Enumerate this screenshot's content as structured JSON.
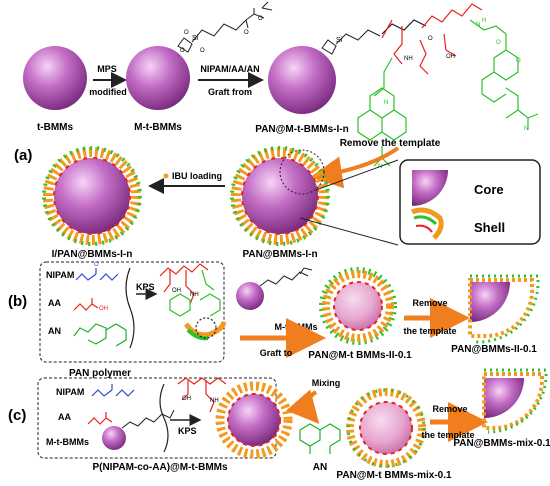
{
  "labels": {
    "panel_a": "(a)",
    "panel_b": "(b)",
    "panel_c": "(c)",
    "t_bmms": "t-BMMs",
    "mps": "MPS",
    "modified": "modified",
    "m_t_bmms": "M-t-BMMs",
    "nipam_aa_an": "NIPAM/AA/AN",
    "graft_from": "Graft from",
    "pan_m_t_bmms_i_n": "PAN@M-t-BMMs-I-n",
    "remove_template_a": "Remove the template",
    "ibu_loading": "IBU loading",
    "i_pan_bmms_i_n": "I/PAN@BMMs-I-n",
    "pan_bmms_i_n": "PAN@BMMs-I-n",
    "core": "Core",
    "shell": "Shell",
    "nipam_b": "NIPAM",
    "aa_b": "AA",
    "an_b": "AN",
    "kps_b": "KPS",
    "pan_polymer": "PAN polymer",
    "m_t_bmms_b": "M-t-BMMs",
    "graft_to": "Graft to",
    "pan_m_t_bmms_ii": "PAN@M-t BMMs-II-0.1",
    "remove_b": "Remove",
    "the_template_b": "the template",
    "pan_bmms_ii": "PAN@BMMs-II-0.1",
    "nipam_c": "NIPAM",
    "aa_c": "AA",
    "m_t_bmms_c": "M-t-BMMs",
    "kps_c": "KPS",
    "p_nipam_co_aa": "P(NIPAM-co-AA)@M-t-BMMs",
    "mixing": "Mixing",
    "an_c": "AN",
    "pan_m_t_bmms_mix": "PAN@M-t BMMs-mix-0.1",
    "remove_c": "Remove",
    "the_template_c": "the template",
    "pan_bmms_mix": "PAN@BMMs-mix-0.1",
    "chem_o": "O",
    "chem_si": "Si",
    "chem_n": "N",
    "chem_h": "H",
    "chem_oh": "OH",
    "chem_nh": "NH"
  },
  "colors": {
    "sphere": "#a64ca6",
    "sphere_light": "#e9b8ee",
    "arrow": "#f07d1e",
    "polymer_red": "#e8221d",
    "polymer_green": "#2fc12a",
    "polymer_orange": "#f39a1e",
    "nipam_blue": "#2c4bd6",
    "aa_red": "#e8221d",
    "an_green": "#22b02a",
    "ibu": "#f2a11c"
  }
}
